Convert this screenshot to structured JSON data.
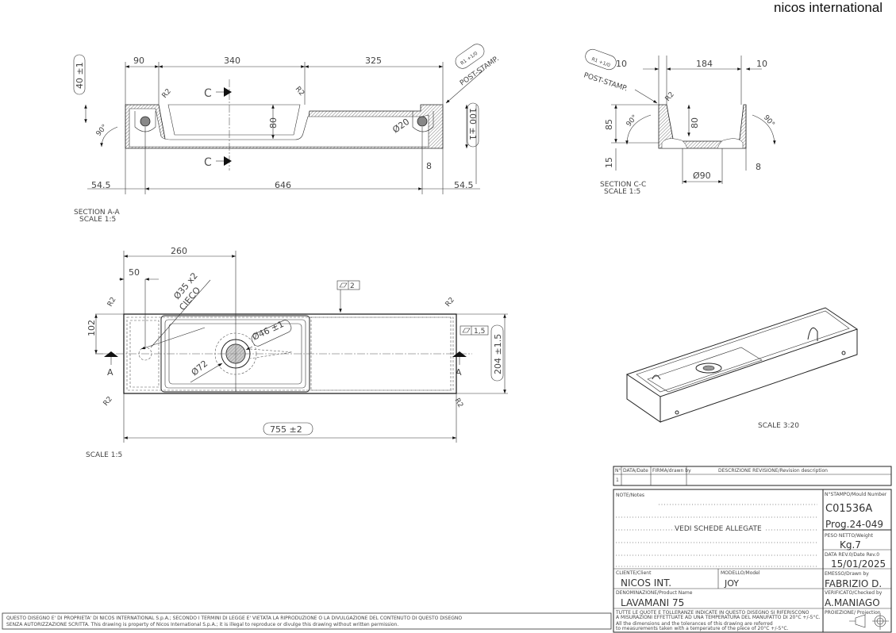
{
  "brand": "nicos international",
  "section_aa": {
    "dims": {
      "d90": "90",
      "d340": "340",
      "d325": "325",
      "d80": "80",
      "d40": "40 ±1",
      "d100": "100 ±1",
      "d545l": "54.5",
      "d646": "646",
      "d545r": "54.5",
      "d8": "8",
      "dia20": "Ø20",
      "r2a": "R2",
      "r2b": "R2",
      "angle": "90°",
      "ri": "R1 +1/0",
      "post_stamp": "POST-STAMP.",
      "c_top": "C",
      "c_bottom": "C"
    },
    "title": "SECTION A-A",
    "scale": "SCALE 1:5"
  },
  "section_cc": {
    "dims": {
      "d10l": "10",
      "d184": "184",
      "d10r": "10",
      "d85": "85",
      "d80": "80",
      "d15": "15",
      "dia90": "Ø90",
      "d8": "8",
      "r2": "R2",
      "angle_l": "90°",
      "angle_r": "90°",
      "ri": "R1 +1/0",
      "post_stamp": "POST-STAMP."
    },
    "title": "SECTION C-C",
    "scale": "SCALE 1:5"
  },
  "plan_view": {
    "dims": {
      "d260": "260",
      "d50": "50",
      "dia35": "Ø35 x2",
      "cieco": "CIECO",
      "d102": "102",
      "dia46": "Ø46 ±1",
      "dia72": "Ø72",
      "d755": "755 ±2",
      "d204": "204 ±1.5",
      "flat2": "2",
      "flat15": "1,5",
      "r2_tl": "R2",
      "r2_tr": "R2",
      "r2_bl": "R2",
      "r2_br": "R2",
      "a_left": "A",
      "a_right": "A"
    },
    "scale": "SCALE 1:5"
  },
  "iso_view": {
    "scale": "SCALE 3:20"
  },
  "title_block": {
    "revision": {
      "col_no": "N°",
      "col_date": "DATA/Date",
      "col_drawn": "FIRMA/drawn by",
      "col_desc": "DESCRIZIONE REVISIONE/Revision description",
      "row_no": "1"
    },
    "notes_label": "NOTE/Notes",
    "notes_text": "VEDI SCHEDE ALLEGATE",
    "mould_label": "N°STAMPO/Mould Number",
    "mould_value": "C01536A",
    "prog_value": "Prog.24-049",
    "weight_label": "PESO NETTO/Weight",
    "weight_value": "Kg.7",
    "date_label": "DATA REV.0/Date Rev.0",
    "date_value": "15/01/2025",
    "client_label": "CLIENTE/Client",
    "client_value": "NICOS INT.",
    "model_label": "MODELLO/Model",
    "model_value": "JOY",
    "drawn_label": "EMESSO/Drawn by",
    "drawn_value": "FABRIZIO D.",
    "product_label": "DENOMINAZIONE/Product Name",
    "product_value": "LAVAMANI 75",
    "checked_label": "VERIFICATO/Checked by",
    "checked_value": "A.MANIAGO",
    "projection_label": "PROIEZIONE/ Projection",
    "tolerance_it": "TUTTE LE QUOTE E TOLLERANZE INDICATE IN QUESTO DISEGNO SI RIFERISCONO",
    "tolerance_it2": "A MISURAZIONI EFFETTUATE AD UNA TEMPERATURA DEL MANUFATTO DI 20°C +/-5°C.",
    "tolerance_en": "All the dimensions and the tolerances of this drawing are referred",
    "tolerance_en2": "to measurements taken with a temperature of the piece of 20°C +/-5°C."
  },
  "disclaimer": {
    "line1": "QUESTO DISEGNO E' DI PROPRIETA' DI NICOS INTERNATIONAL S.p.A.; SECONDO I TERMINI DI LEGGE E' VIETATA LA RIPRODUZIONE O LA DIVULGAZIONE DEL CONTENUTO DI QUESTO DISEGNO",
    "line2": "SENZA AUTORIZZAZIONE SCRITTA. This drawing is property of Nicos International S.p.A.; it is illegal to reproduce or divulge this drawing without written permission."
  }
}
